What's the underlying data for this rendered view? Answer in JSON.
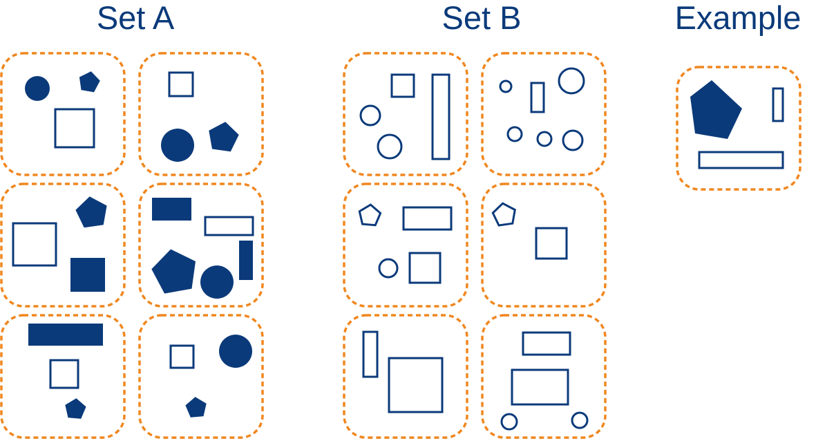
{
  "titles": {
    "set_a": "Set A",
    "set_b": "Set B",
    "example": "Example"
  },
  "colors": {
    "shape": "#0b3a7a",
    "panel_border": "#f0871f",
    "background": "#ffffff"
  }
}
